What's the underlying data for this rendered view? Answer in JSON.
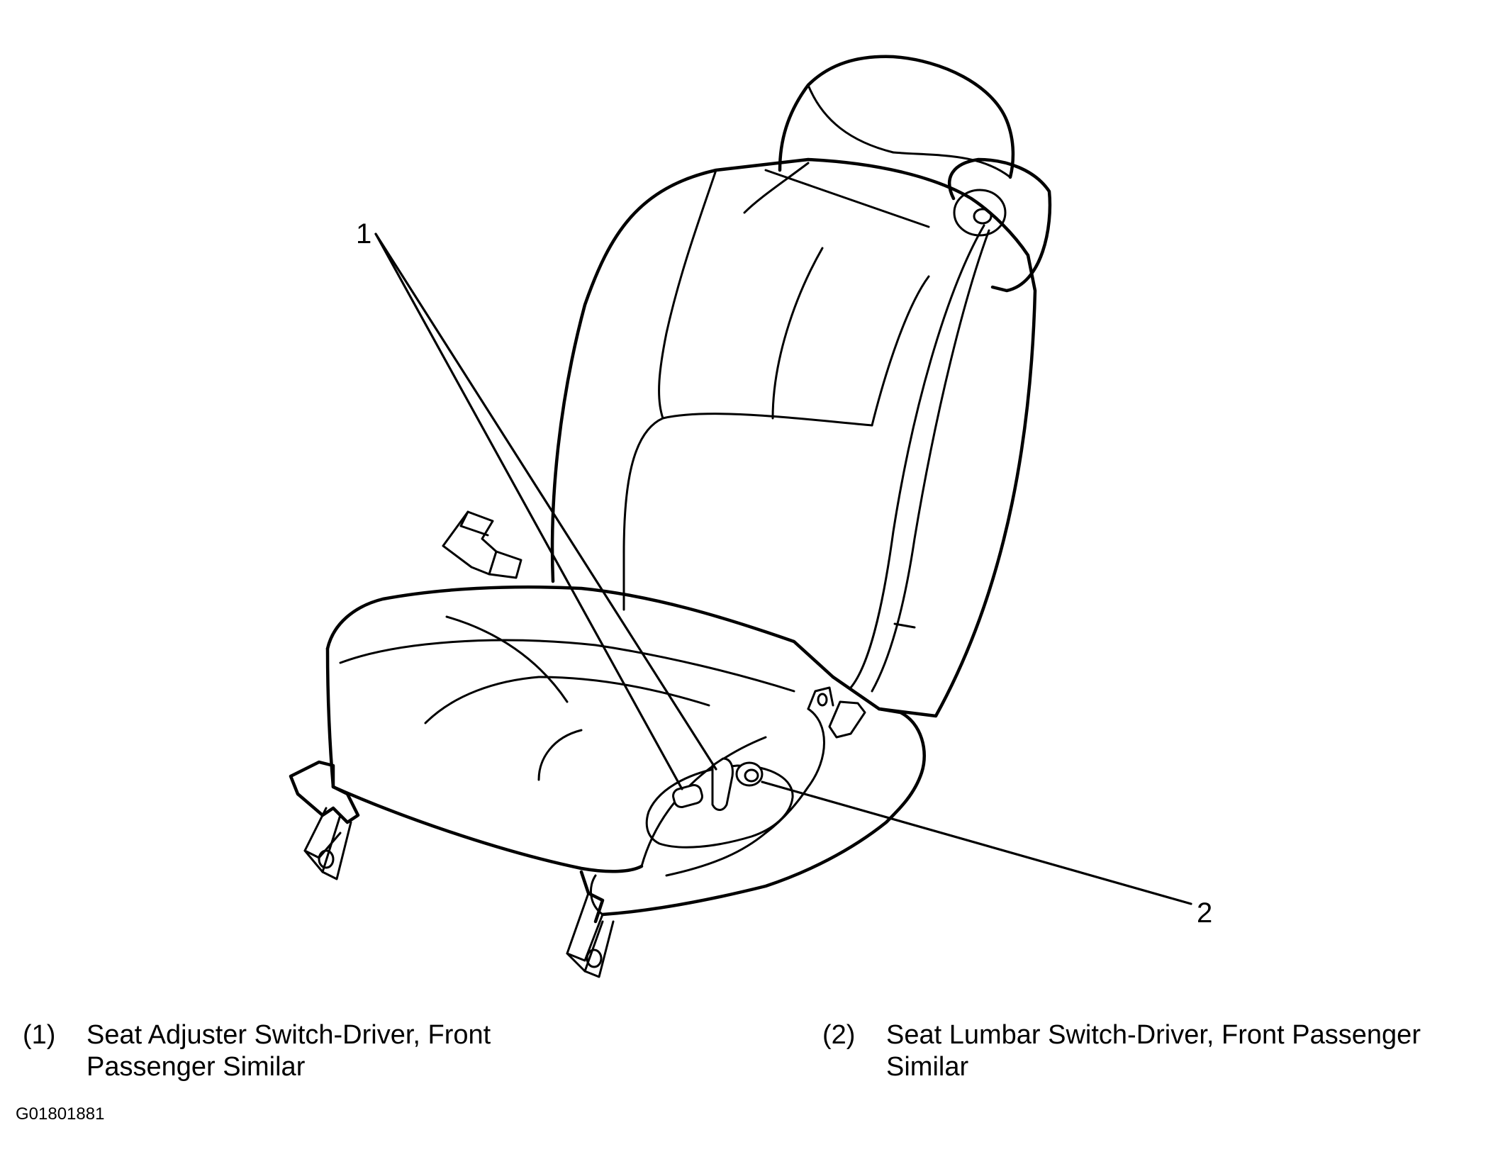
{
  "callouts": {
    "one": "1",
    "two": "2"
  },
  "legend": [
    {
      "number": "(1)",
      "line1": "Seat Adjuster Switch-Driver, Front",
      "line2": "Passenger Similar"
    },
    {
      "number": "(2)",
      "line1": "Seat Lumbar Switch-Driver, Front Passenger",
      "line2": "Similar"
    }
  ],
  "figure_id": "G01801881",
  "colors": {
    "ink": "#000000",
    "paper": "#ffffff"
  }
}
